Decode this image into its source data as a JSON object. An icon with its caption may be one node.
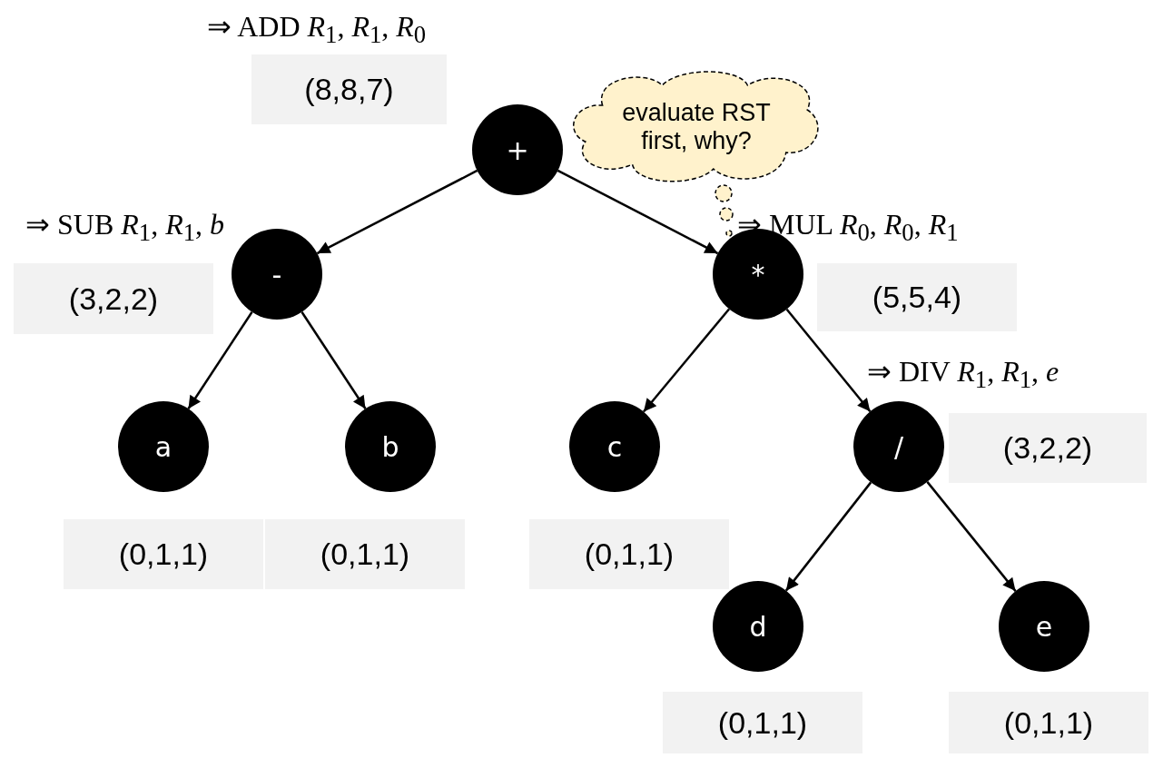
{
  "diagram": {
    "nodes": [
      {
        "text": [
          "(8,8,7)"
        ]
      },
      {
        "text": [
          "evaluate RST first, why?"
        ]
      },
      {
        "text": [
          "+"
        ]
      },
      {
        "text": [
          "(3,2,2)"
        ]
      },
      {
        "text": [
          "-"
        ]
      },
      {
        "text": [
          "*"
        ]
      },
      {
        "text": [
          "(5,5,4)"
        ]
      },
      {
        "text": [
          "a"
        ]
      },
      {
        "text": [
          "b"
        ]
      },
      {
        "text": [
          "c"
        ]
      },
      {
        "text": [
          "/"
        ]
      },
      {
        "text": [
          "(3,2,2)"
        ]
      },
      {
        "text": [
          "(0,1,1)"
        ]
      },
      {
        "text": [
          "(0,1,1)"
        ]
      },
      {
        "text": [
          "(0,1,1)"
        ]
      },
      {
        "text": [
          "d"
        ]
      },
      {
        "text": [
          "e"
        ]
      },
      {
        "text": [
          "(0,1,1)"
        ]
      },
      {
        "text": [
          "(0,1,1)"
        ]
      }
    ],
    "edges": [
      {
        "from": 2,
        "to": 4,
        "arrow": "to"
      },
      {
        "from": 2,
        "to": 5,
        "arrow": "to"
      },
      {
        "from": 4,
        "to": 7,
        "arrow": "to"
      },
      {
        "from": 4,
        "to": 8,
        "arrow": "to"
      },
      {
        "from": 5,
        "to": 9,
        "arrow": "to"
      },
      {
        "from": 5,
        "to": 10,
        "arrow": "to"
      },
      {
        "from": 10,
        "to": 15,
        "arrow": "to"
      },
      {
        "from": 10,
        "to": 16,
        "arrow": "to"
      }
    ],
    "labels": [
      "⇒ ADD *R*$_{1}$, *R*$_{1}$, *R*$_{0}$",
      "⇒ SUB *R*$_{1}$, *R*$_{1}$, *b*",
      "⇒ MUL *R*$_{0}$, *R*$_{0}$, *R*$_{1}$",
      "⇒ DIV *R*$_{1}$, *R*$_{1}$, *e*"
    ]
  }
}
